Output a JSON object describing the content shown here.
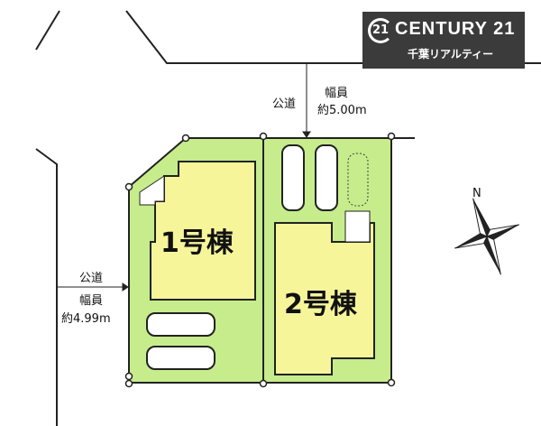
{
  "logo": {
    "mark": "21",
    "brand": "CENTURY 21",
    "sub": "千葉リアルティー"
  },
  "top_road": {
    "type": "公道",
    "width_label": "幅員",
    "width_value": "約5.00m"
  },
  "left_road": {
    "type": "公道",
    "width_label": "幅員",
    "width_value": "約4.99m"
  },
  "lots": [
    {
      "label": "1号棟"
    },
    {
      "label": "2号棟"
    }
  ],
  "compass": {
    "north": "N"
  },
  "colors": {
    "lot": "#c6ec8c",
    "house": "#f6f59a",
    "logo_bg": "#3b3b3b"
  }
}
